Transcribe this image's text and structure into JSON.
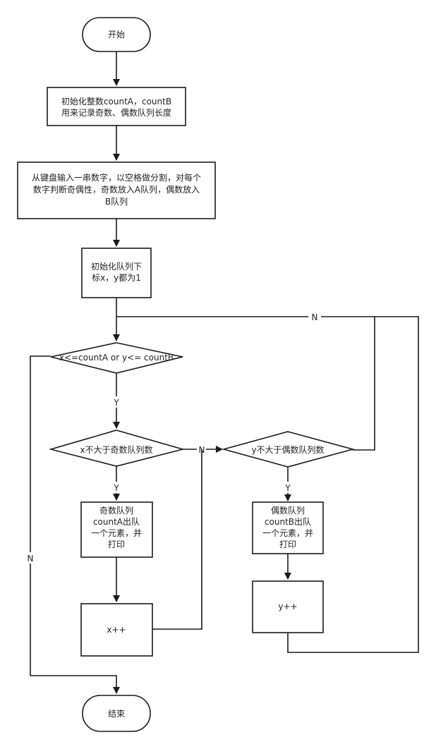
{
  "nodes": {
    "start": "开始",
    "init_counts": [
      "初始化整数countA，countB",
      "用来记录奇数、偶数队列长度"
    ],
    "input": [
      "从键盘输入一串数字，以空格做分割，对每个",
      "数字判断奇偶性，奇数放入A队列，偶数放入",
      "B队列"
    ],
    "init_index": [
      "初始化队列下",
      "标x，y都为1"
    ],
    "cond_main": "x<=countA or y<= countB",
    "cond_x": "x不大于奇数队列数",
    "cond_y": "y不大于偶数队列数",
    "dequeue_a": [
      "奇数队列",
      "countA出队",
      "一个元素，并",
      "打印"
    ],
    "dequeue_b": [
      "偶数队列",
      "countB出队",
      "一个元素，并",
      "打印"
    ],
    "inc_x": "x++",
    "inc_y": "y++",
    "end": "结束"
  },
  "edge_labels": {
    "main_yes": "Y",
    "main_no": "N",
    "x_yes": "Y",
    "x_no": "N",
    "y_yes": "Y",
    "y_no": "N"
  }
}
